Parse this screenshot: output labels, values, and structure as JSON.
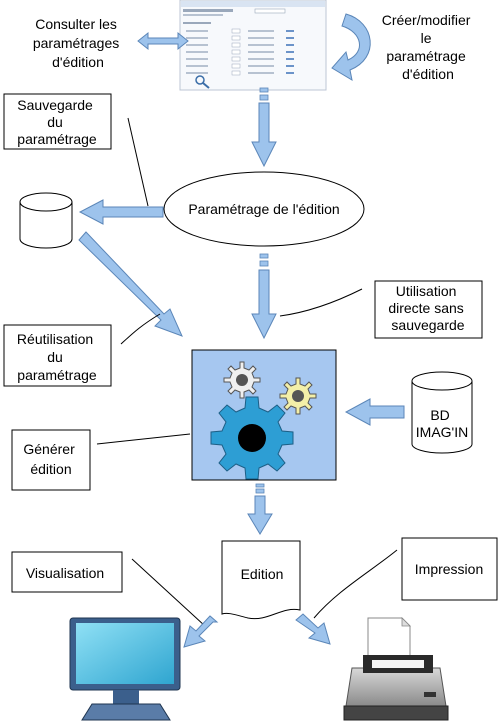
{
  "labels": {
    "consult": [
      "Consulter les",
      "paramétrages",
      "d'édition"
    ],
    "create_modify": [
      "Créer/modifier",
      "le",
      "paramétrage",
      "d'édition"
    ],
    "save": [
      "Sauvegarde",
      "du",
      "paramétrage"
    ],
    "parametrage": "Paramétrage de l'édition",
    "direct_use": [
      "Utilisation",
      "directe sans",
      "sauvegarde"
    ],
    "reuse": [
      "Réutilisation",
      "du",
      "paramétrage"
    ],
    "generate": [
      "Générer",
      "édition"
    ],
    "database": [
      "BD",
      "IMAG'IN"
    ],
    "visualisation": "Visualisation",
    "edition": "Edition",
    "impression": "Impression"
  },
  "colors": {
    "arrow_fill": "#9dc3ec",
    "arrow_stroke": "#5b86b8",
    "engine_bg": "#a6c7f0",
    "gear_blue": "#2d9ed4",
    "gear_yellow": "#f3efa8",
    "gear_white": "#f0f0f0",
    "monitor_screen": "#5fc8e6",
    "monitor_body": "#3b5f8c"
  },
  "icons": [
    "screenshot-thumbnail",
    "database-cylinder-icon",
    "gears-engine-icon",
    "document-icon",
    "monitor-icon",
    "printer-icon"
  ]
}
